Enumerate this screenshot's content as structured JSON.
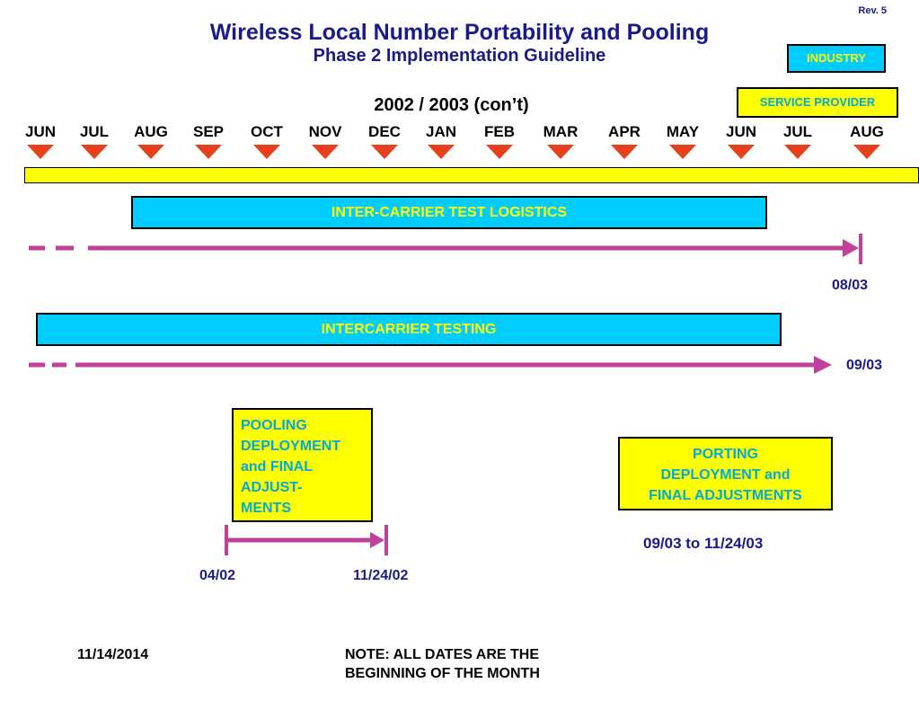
{
  "header": {
    "rev": "Rev. 5",
    "title": "Wireless Local Number Portability and Pooling",
    "subtitle": "Phase 2 Implementation Guideline",
    "year": "2002 / 2003 (con’t)"
  },
  "legend": {
    "industry": "INDUSTRY",
    "service_provider": "SERVICE PROVIDER"
  },
  "timeline": {
    "months": [
      "JUN",
      "JUL",
      "AUG",
      "SEP",
      "OCT",
      "NOV",
      "DEC",
      "JAN",
      "FEB",
      "MAR",
      "APR",
      "MAY",
      "JUN",
      "JUL",
      "AUG"
    ]
  },
  "activities": {
    "inter_carrier_logistics": {
      "label": "INTER-CARRIER   TEST   LOGISTICS",
      "end_date": "08/03"
    },
    "intercarrier_testing": {
      "label": "INTERCARRIER    TESTING",
      "end_date": "09/03"
    },
    "pooling": {
      "lines": [
        "POOLING",
        "DEPLOYMENT",
        "and FINAL",
        "ADJUST-",
        "MENTS"
      ],
      "start_date": "04/02",
      "end_date": "11/24/02"
    },
    "porting": {
      "lines": [
        "PORTING",
        "DEPLOYMENT and",
        "FINAL ADJUSTMENTS"
      ],
      "range": "09/03 to 11/24/03"
    }
  },
  "footer": {
    "date": "11/14/2014",
    "note_line1": "NOTE: ALL DATES ARE THE",
    "note_line2": "BEGINNING OF THE MONTH"
  },
  "colors": {
    "industry": "#00ccff",
    "service_provider": "#ffff00",
    "timeline_line": "#c0409a",
    "month_marker": "#e8401c",
    "title": "#1a1a8c"
  }
}
